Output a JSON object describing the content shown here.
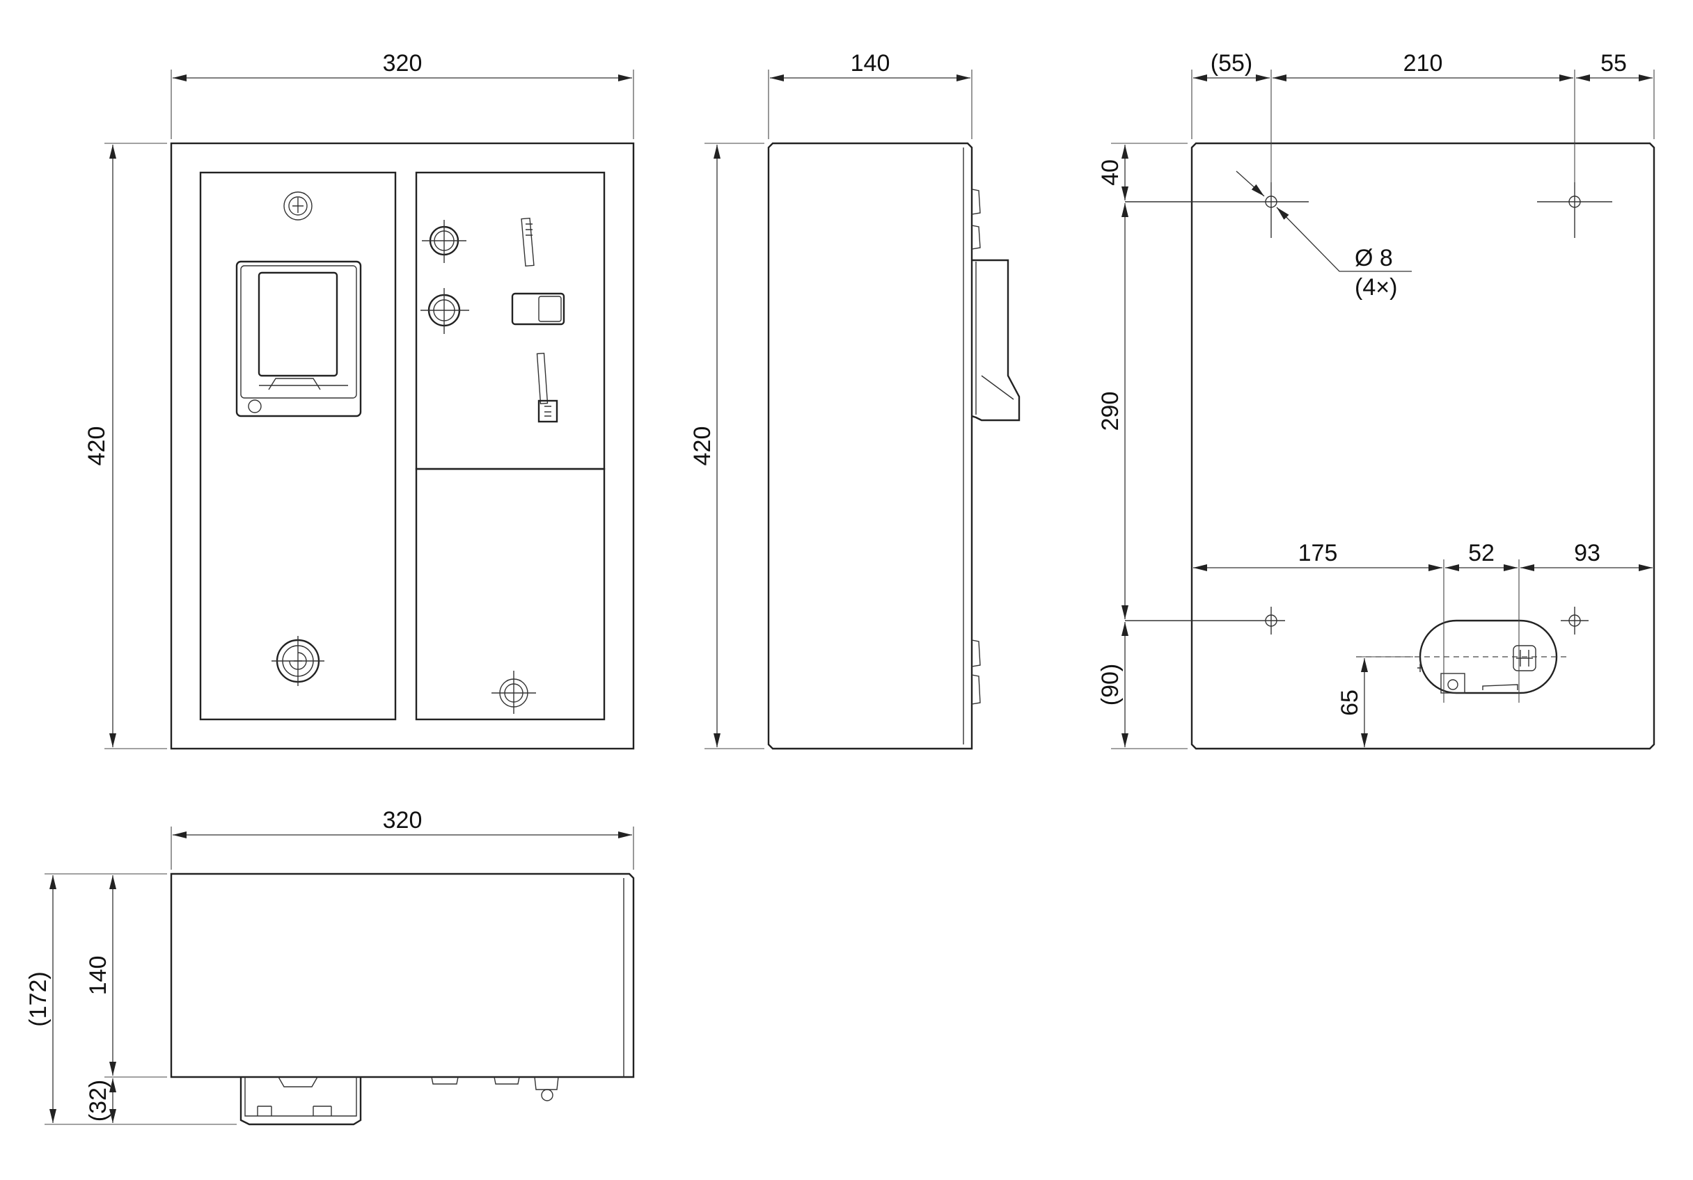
{
  "views": {
    "front": {
      "width_label": "320",
      "height_label": "420"
    },
    "side": {
      "width_label": "140",
      "height_label": "420"
    },
    "rear": {
      "top_left_label": "(55)",
      "top_mid_label": "210",
      "top_right_label": "55",
      "hole_top_label": "40",
      "hole_spacing_label": "290",
      "bottom_offset_label": "(90)",
      "cutout_height_label": "65",
      "cutout_left_label": "175",
      "cutout_width_label": "52",
      "cutout_right_label": "93",
      "hole_diameter_label": "Ø 8",
      "hole_count_label": "(4×)"
    },
    "bottom": {
      "width_label": "320",
      "depth_label": "140",
      "overall_label": "(172)",
      "protrusion_label": "(32)"
    }
  }
}
